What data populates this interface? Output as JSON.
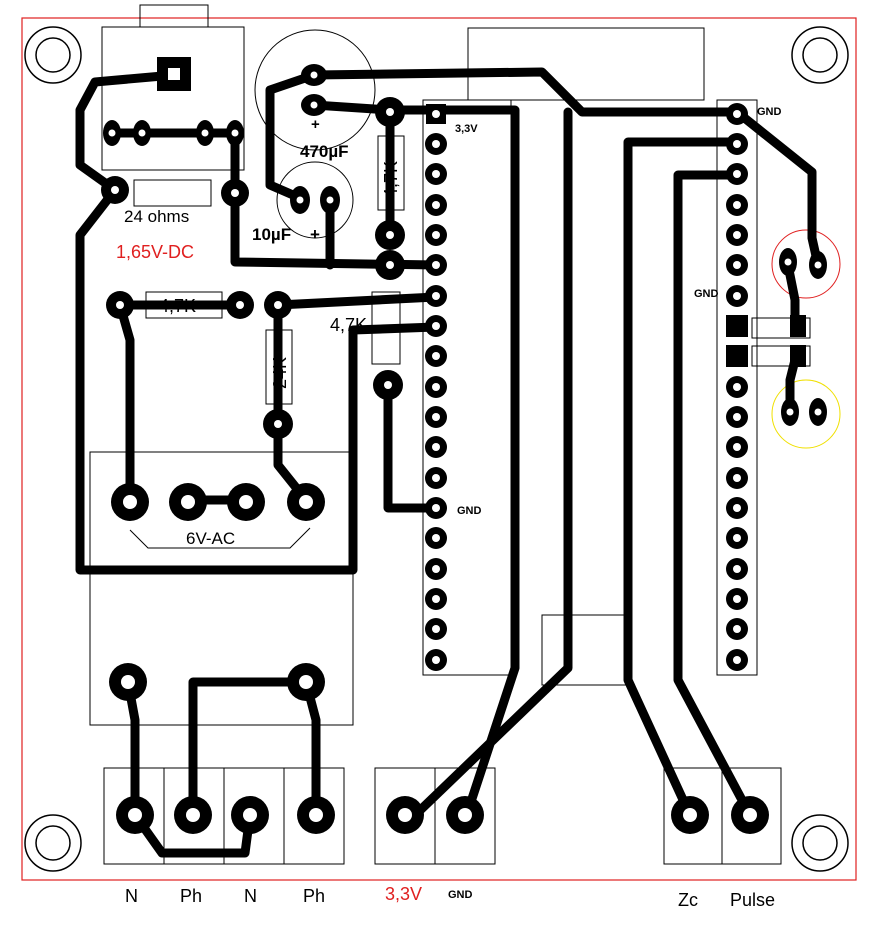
{
  "labels": {
    "cap_470": "470µF",
    "cap_10": "10µF",
    "plus": "+",
    "r_4k7": "4,7K",
    "r_24k": "24K",
    "r_24ohm": "24 ohms",
    "vdc": "1,65V-DC",
    "vac": "6V-AC",
    "pin_33v": "3,3V",
    "gnd": "GND"
  },
  "terminals": {
    "n1": "N",
    "ph1": "Ph",
    "n2": "N",
    "ph2": "Ph",
    "v33": "3,3V",
    "gnd": "GND",
    "zc": "Zc",
    "pulse": "Pulse"
  },
  "colors": {
    "copper": "#000000",
    "board_outline": "#e02020",
    "silkscreen": "#000000",
    "accent_red": "#e02020",
    "accent_yellow": "#f0e000"
  }
}
